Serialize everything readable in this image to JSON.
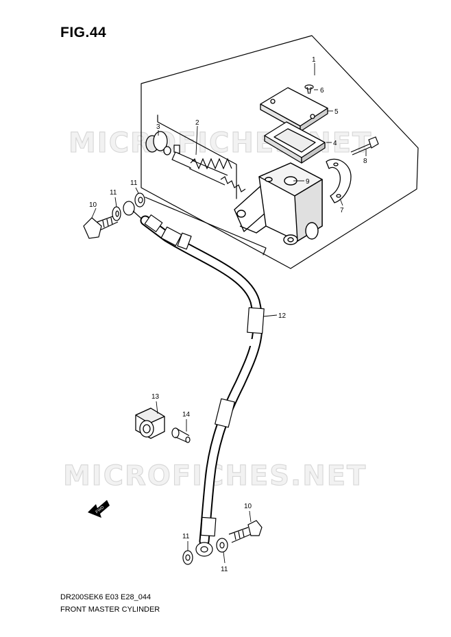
{
  "figure": {
    "title": "FIG.44",
    "code": "DR200SEK6 E03 E28_044",
    "name": "FRONT MASTER CYLINDER",
    "watermark": "MICROFICHES.NET",
    "fwd_label": "FWD"
  },
  "callouts": [
    {
      "id": "c1",
      "label": "1"
    },
    {
      "id": "c2",
      "label": "2"
    },
    {
      "id": "c3",
      "label": "3"
    },
    {
      "id": "c4",
      "label": "4"
    },
    {
      "id": "c5",
      "label": "5"
    },
    {
      "id": "c6",
      "label": "6"
    },
    {
      "id": "c7",
      "label": "7"
    },
    {
      "id": "c8",
      "label": "8"
    },
    {
      "id": "c9",
      "label": "9"
    },
    {
      "id": "c10a",
      "label": "10"
    },
    {
      "id": "c11a",
      "label": "11"
    },
    {
      "id": "c11b",
      "label": "11"
    },
    {
      "id": "c12",
      "label": "12"
    },
    {
      "id": "c13",
      "label": "13"
    },
    {
      "id": "c14",
      "label": "14"
    },
    {
      "id": "c10b",
      "label": "10"
    },
    {
      "id": "c11c",
      "label": "11"
    },
    {
      "id": "c11d",
      "label": "11"
    }
  ]
}
